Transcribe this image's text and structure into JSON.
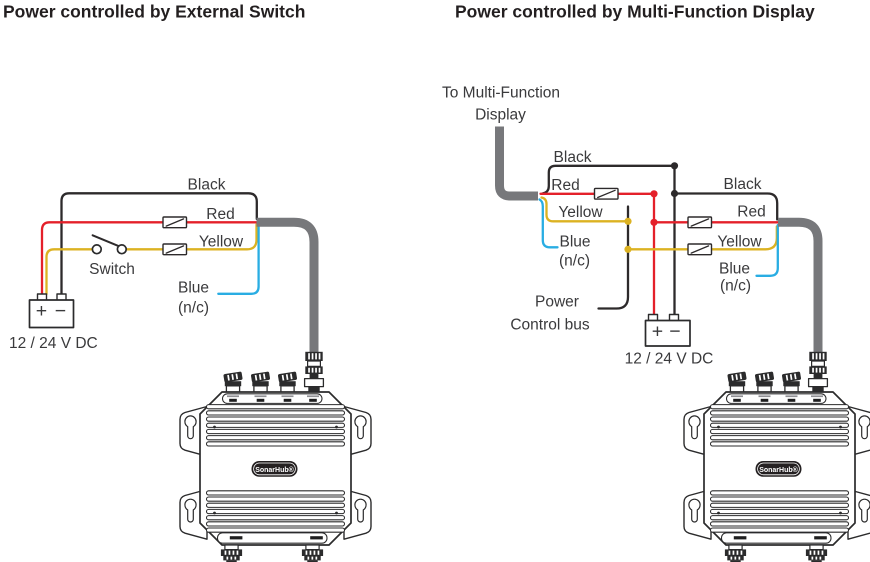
{
  "titles": {
    "left": "Power controlled by External Switch",
    "right": "Power controlled by Multi-Function Display"
  },
  "left_diagram": {
    "wire_labels": {
      "black": "Black",
      "red": "Red",
      "yellow": "Yellow",
      "blue": "Blue",
      "blue_nc": "(n/c)"
    },
    "switch_label": "Switch",
    "battery_label": "12 / 24 V DC",
    "battery_plus": "+",
    "battery_minus": "−",
    "device_label": "SonarHub®"
  },
  "right_diagram": {
    "mfd_cable_label_line1": "To Multi-Function",
    "mfd_cable_label_line2": "Display",
    "mfd_wire_labels": {
      "black": "Black",
      "red": "Red",
      "yellow": "Yellow",
      "blue": "Blue",
      "blue_nc": "(n/c)"
    },
    "device_wire_labels": {
      "black": "Black",
      "red": "Red",
      "yellow": "Yellow",
      "blue": "Blue",
      "blue_nc": "(n/c)"
    },
    "bus_label_line1": "Power",
    "bus_label_line2": "Control bus",
    "battery_label": "12 / 24 V DC",
    "battery_plus": "+",
    "battery_minus": "−",
    "device_label": "SonarHub®"
  },
  "colors": {
    "black_wire": "#2d2a2b",
    "red_wire": "#e4202a",
    "yellow_wire": "#dcb222",
    "blue_wire": "#29ade3",
    "cable_gray": "#77787b",
    "label_text": "#3a3a3c",
    "title_text": "#231f20"
  }
}
